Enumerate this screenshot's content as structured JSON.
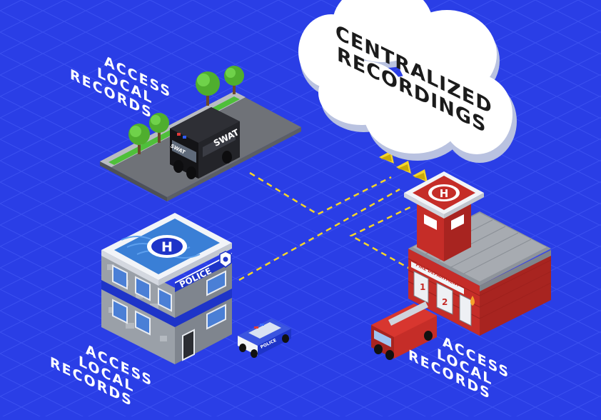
{
  "cloud": {
    "line1": "CENTRALIZED",
    "line2": "RECORDINGS"
  },
  "labels": {
    "swat_site": [
      "ACCESS",
      "LOCAL",
      "RECORDS"
    ],
    "police_site": [
      "ACCESS",
      "LOCAL",
      "RECORDS"
    ],
    "fire_site": [
      "ACCESS",
      "LOCAL",
      "RECORDS"
    ]
  },
  "vehicle_text": {
    "swat_side": "SWAT",
    "swat_front": "SWAT",
    "police_car": "POLICE"
  },
  "buildings": {
    "police_sign": "POLICE",
    "fire_sign": "FIRE DEPARTMENT",
    "fire_bay_1": "1",
    "fire_bay_2": "2",
    "helipad_letter": "H"
  },
  "colors": {
    "background": "#2a3ee6",
    "grid": "#3a4ff0",
    "dashed_link": "#f5d52a",
    "cloud": "#ffffff",
    "fire_brick": "#d8362f",
    "police_blue": "#1e34c8"
  },
  "icons": [
    "cloud-icon",
    "wifi-signal-icon",
    "helipad-icon",
    "police-badge-icon",
    "fire-drop-icon",
    "tree-icon"
  ]
}
